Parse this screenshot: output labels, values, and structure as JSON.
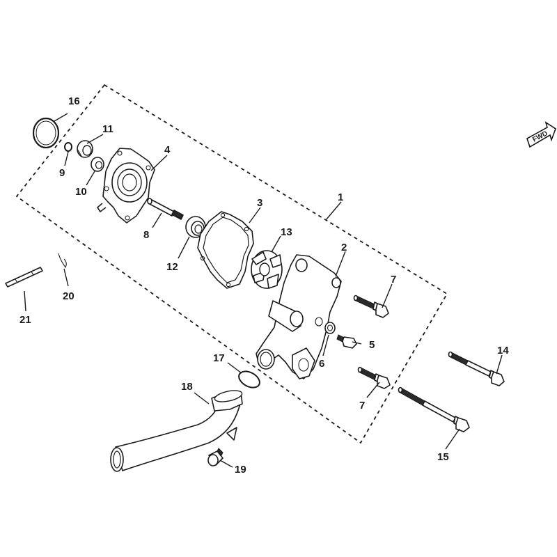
{
  "fwd_label": "FWD",
  "callouts": [
    {
      "id": "1",
      "label": "1"
    },
    {
      "id": "2",
      "label": "2"
    },
    {
      "id": "3",
      "label": "3"
    },
    {
      "id": "4",
      "label": "4"
    },
    {
      "id": "5",
      "label": "5"
    },
    {
      "id": "6",
      "label": "6"
    },
    {
      "id": "7a",
      "label": "7"
    },
    {
      "id": "7b",
      "label": "7"
    },
    {
      "id": "8",
      "label": "8"
    },
    {
      "id": "9",
      "label": "9"
    },
    {
      "id": "10",
      "label": "10"
    },
    {
      "id": "11",
      "label": "11"
    },
    {
      "id": "12",
      "label": "12"
    },
    {
      "id": "13",
      "label": "13"
    },
    {
      "id": "14",
      "label": "14"
    },
    {
      "id": "15",
      "label": "15"
    },
    {
      "id": "16",
      "label": "16"
    },
    {
      "id": "17",
      "label": "17"
    },
    {
      "id": "18",
      "label": "18"
    },
    {
      "id": "19",
      "label": "19"
    },
    {
      "id": "20",
      "label": "20"
    },
    {
      "id": "21",
      "label": "21"
    }
  ]
}
